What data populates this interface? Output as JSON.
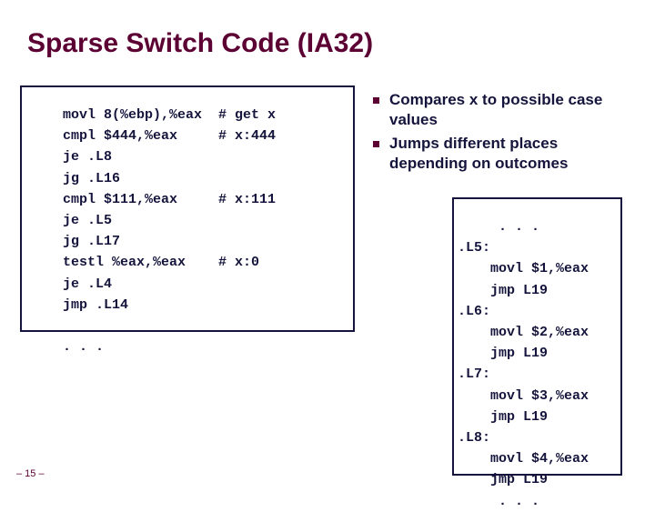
{
  "slide": {
    "title": "Sparse Switch Code (IA32)",
    "page_number": "– 15 –",
    "title_color": "#5c0033",
    "code_color": "#14143c",
    "bullet_color": "#5c0033"
  },
  "left_code_box": {
    "text": "movl 8(%ebp),%eax  # get x\ncmpl $444,%eax     # x:444\nje .L8\njg .L16\ncmpl $111,%eax     # x:111\nje .L5\njg .L17\ntestl %eax,%eax    # x:0\nje .L4\njmp .L14\n\n. . ."
  },
  "right_code_box": {
    "text": "     . . .\n.L5:\n    movl $1,%eax\n    jmp L19\n.L6:\n    movl $2,%eax\n    jmp L19\n.L7:\n    movl $3,%eax\n    jmp L19\n.L8:\n    movl $4,%eax\n    jmp L19\n     . . ."
  },
  "bullets": [
    {
      "text": "Compares x to possible case values"
    },
    {
      "text": "Jumps different places depending on outcomes"
    }
  ]
}
